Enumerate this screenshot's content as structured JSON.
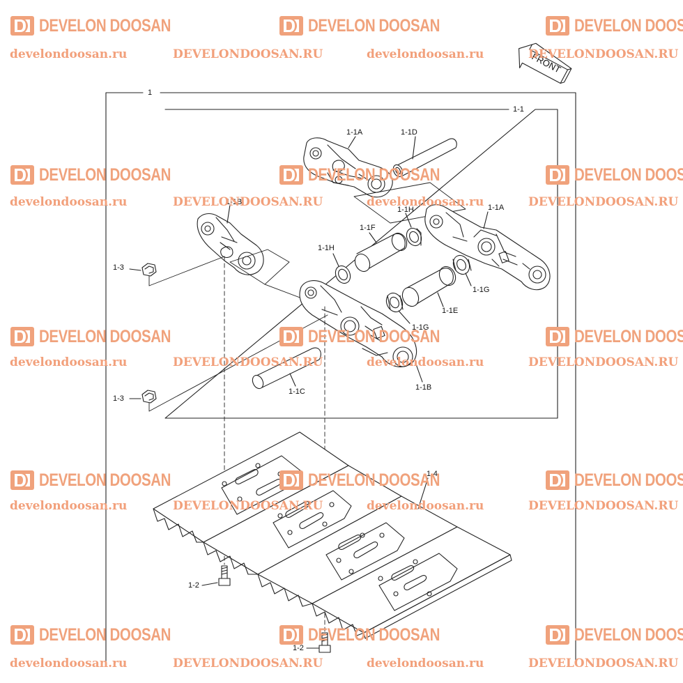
{
  "watermark": {
    "brand": "DEVELON DOOSAN",
    "url_lower": "develondoosan.ru",
    "url_upper": "DEVELONDOOSAN.RU",
    "color": "#f0a27c"
  },
  "diagram": {
    "front_label": "FRONT",
    "callouts": {
      "assembly": "1",
      "link_assembly": "1-1",
      "link_a_top": "1-1A",
      "link_a_right": "1-1A",
      "link_b_left": "1-1B",
      "link_b_front": "1-1B",
      "pin_c": "1-1C",
      "pin_d": "1-1D",
      "bushing_e": "1-1E",
      "bushing_f": "1-1F",
      "seal_g_right": "1-1G",
      "seal_g_front": "1-1G",
      "spacer_h_top": "1-1H",
      "spacer_h_left": "1-1H",
      "bolt_left": "1-2",
      "bolt_bottom": "1-2",
      "nut_upper": "1-3",
      "nut_lower": "1-3",
      "shoe": "1-4"
    }
  }
}
